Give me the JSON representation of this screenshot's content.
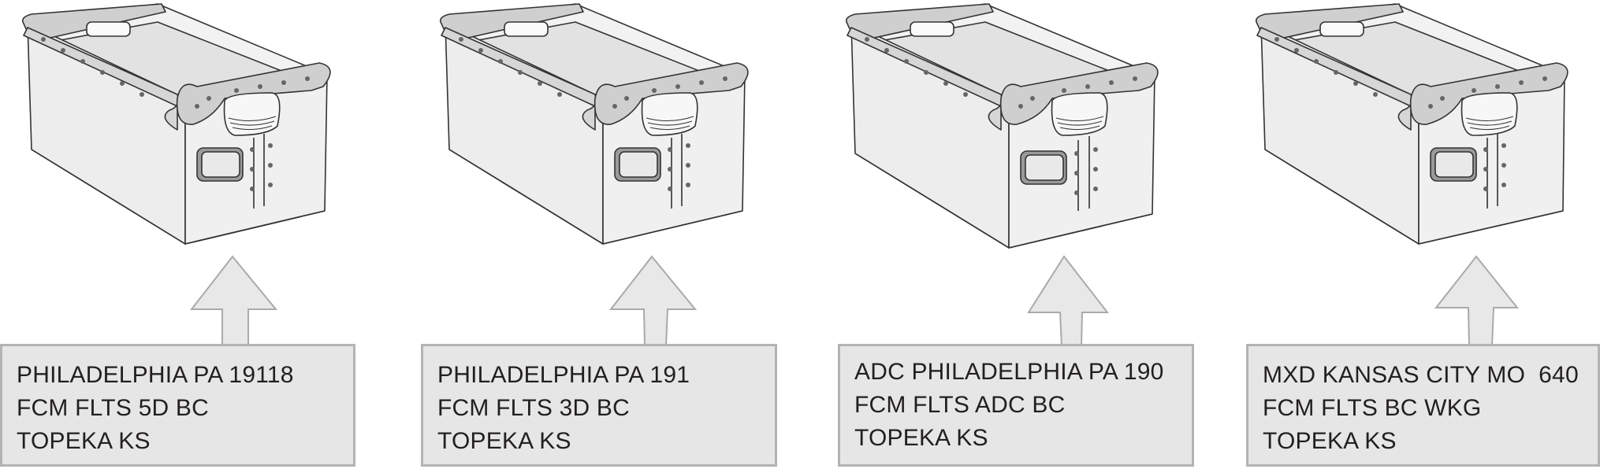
{
  "colors": {
    "tray_fill": "#ececec",
    "tray_stroke": "#333333",
    "label_fill": "#e6e6e6",
    "label_border": "#b3b3b3",
    "arrow_fill": "#e8e8e8",
    "text": "#231f20"
  },
  "trays": [
    {
      "label_lines": [
        "PHILADELPHIA PA 19118",
        "FCM FLTS 5D BC",
        "TOPEKA KS"
      ]
    },
    {
      "label_lines": [
        "PHILADELPHIA PA 191",
        "FCM FLTS 3D BC",
        "TOPEKA KS"
      ]
    },
    {
      "label_lines": [
        "ADC PHILADELPHIA PA 190",
        "FCM FLTS ADC BC",
        "TOPEKA KS"
      ]
    },
    {
      "label_lines": [
        "MXD KANSAS CITY MO  640",
        "FCM FLTS BC WKG",
        "TOPEKA KS"
      ]
    }
  ]
}
